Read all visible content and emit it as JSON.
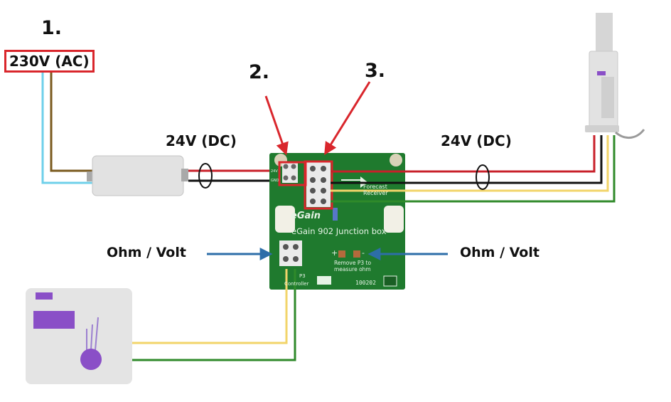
{
  "callouts": {
    "one": "1.",
    "two": "2.",
    "three": "3."
  },
  "labels": {
    "mains": "230V (AC)",
    "dc_left": "24V (DC)",
    "dc_right": "24V (DC)",
    "meas_left": "Ohm / Volt",
    "meas_right": "Ohm / Volt"
  },
  "board": {
    "brand": "eGain",
    "title": "eGain 902 Junction box",
    "forecast": "Forecast Receiver",
    "remove_note": "Remove P3 to measure ohm",
    "plus": "+",
    "minus": "-",
    "p3": "P3",
    "controller": "Controller",
    "serial": "100202",
    "sub_24v": "24V",
    "sub_gnd": "GND"
  },
  "colors": {
    "brown": "#7a5a1e",
    "light_blue": "#6fd0ea",
    "red": "#c8202a",
    "black": "#111111",
    "yellow": "#f2d46a",
    "green": "#2f8a2a",
    "pcb": "#1f7a2e",
    "highlight": "#d9262c",
    "arrow_blue": "#2d6ea8",
    "purple": "#8a4fc7",
    "device_grey": "#e4e4e4"
  },
  "icons": [
    "power-adapter-icon",
    "forecast-receiver-icon",
    "controller-device-icon",
    "terminal-block-icon"
  ]
}
